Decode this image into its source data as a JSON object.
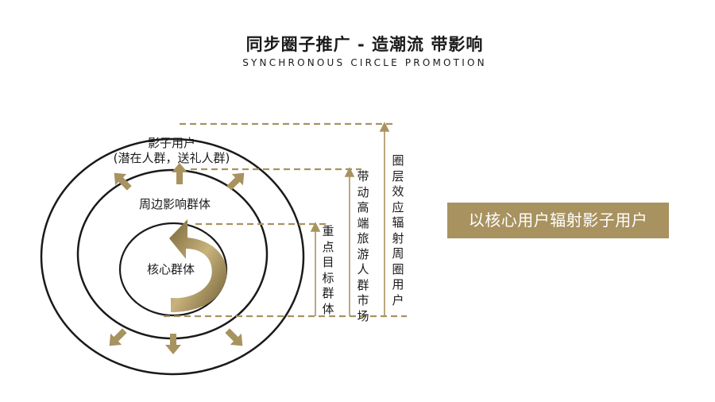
{
  "header": {
    "title": "同步圈子推广 - 造潮流 带影响",
    "subtitle": "SYNCHRONOUS CIRCLE PROMOTION"
  },
  "rings": {
    "outer_line1": "影子用户",
    "outer_line2": "(潜在人群，送礼人群)",
    "middle": "周边影响群体",
    "inner": "核心群体"
  },
  "markers": {
    "inner_label": "重点目标群体",
    "middle_label": "带动高端旅游人群市场",
    "outer_label": "圈层效应辐射周圈用户"
  },
  "callout": {
    "text": "以核心用户辐射影子用户"
  },
  "colors": {
    "accent": "#a8925f",
    "line": "#1a1a1a"
  }
}
